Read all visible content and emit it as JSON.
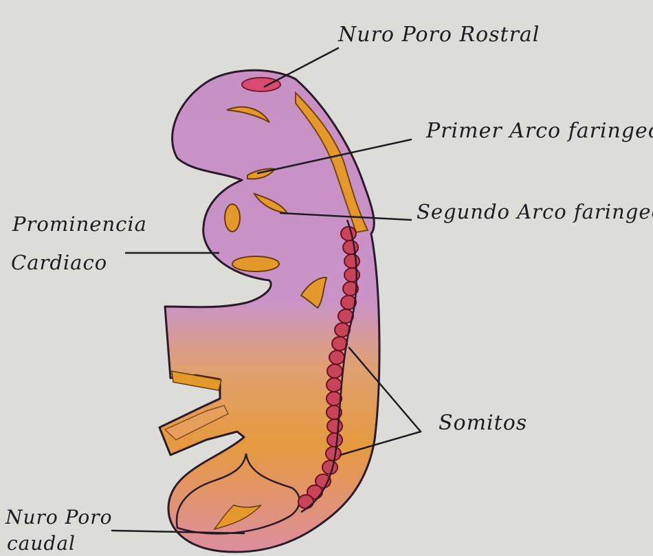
{
  "labels": {
    "neuroporo_rostral": "Nuro Poro Rostral",
    "primer_arco": "Primer Arco faringeo",
    "segundo_arco": "Segundo Arco faringeo",
    "prominencia_line1": "Prominencia",
    "prominencia_line2": "Cardiaco",
    "somitos": "Somitos",
    "neuroporo_caudal_line1": "Nuro Poro",
    "neuroporo_caudal_line2": "caudal"
  },
  "colors": {
    "paper": "#dcdcd9",
    "body_purple": "#c98fc0",
    "body_orange": "#e49a3a",
    "body_pink": "#d98aa0",
    "somite_red": "#b8324a",
    "outline": "#2a1a2a",
    "ink": "#1c1c22"
  }
}
